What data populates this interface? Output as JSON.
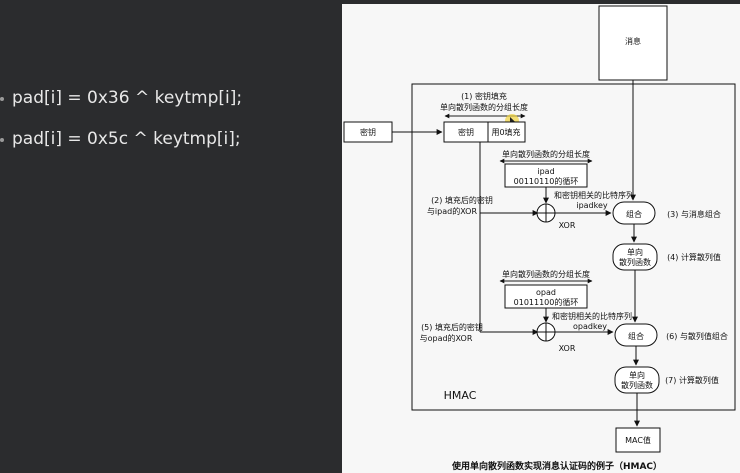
{
  "code": {
    "line1": "pad[i] = 0x36 ^ keytmp[i];",
    "line2": "pad[i] = 0x5c ^ keytmp[i];"
  },
  "diagram": {
    "message": "消息",
    "key_input": "密钥",
    "step1": "(1) 密钥填充",
    "block_len": "单向散列函数的分组长度",
    "key_cell": "密钥",
    "zero_fill": "用0填充",
    "ipad_block_len": "单向散列函数的分组长度",
    "ipad_name": "ipad",
    "ipad_bits": "00110110的循环",
    "key_bits_1": "和密钥相关的比特序列",
    "ipadkey": "ipadkey",
    "step2_line1": "(2) 填充后的密钥",
    "step2_line2": "与ipad的XOR",
    "xor1": "XOR",
    "combine1": "组合",
    "step3": "(3) 与消息组合",
    "hash1_line1": "单向",
    "hash1_line2": "散列函数",
    "step4": "(4) 计算散列值",
    "opad_block_len": "单向散列函数的分组长度",
    "opad_name": "opad",
    "opad_bits": "01011100的循环",
    "key_bits_2": "和密钥相关的比特序列",
    "opadkey": "opadkey",
    "step5_line1": "(5) 填充后的密钥",
    "step5_line2": "与opad的XOR",
    "xor2": "XOR",
    "combine2": "组合",
    "step6": "(6) 与散列值组合",
    "hash2_line1": "单向",
    "hash2_line2": "散列函数",
    "step7": "(7) 计算散列值",
    "hmac_label": "HMAC",
    "mac_value": "MAC值",
    "caption": "使用单向散列函数实现消息认证码的例子（HMAC）"
  },
  "colors": {
    "code_bg": "#2b2c2e",
    "code_text": "#e8e8e8",
    "paper": "#f7f7f7",
    "cursor_highlight": "#f1d33c"
  }
}
